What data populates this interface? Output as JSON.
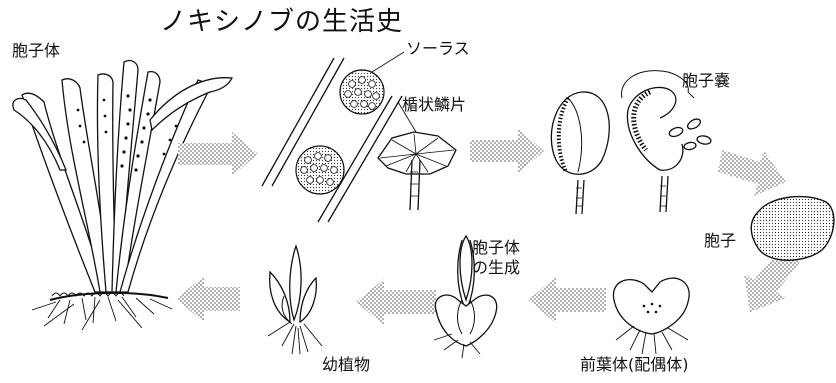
{
  "title": "ノキシノブの生活史",
  "labels": {
    "sporophyte": "胞子体",
    "sorus": "ソーラス",
    "peltate_scale": "楯状鱗片",
    "sporangium": "胞子嚢",
    "spore": "胞子",
    "young_sporophyte_line1": "胞子体",
    "young_sporophyte_line2": "の生成",
    "prothallus": "前葉体(配偶体)",
    "juvenile_plant": "幼植物"
  },
  "colors": {
    "ink": "#111111",
    "arrow_dots": "#8c8c8c",
    "background": "#ffffff"
  },
  "arrows": [
    {
      "name": "sporophyte-to-sorus",
      "direction": "right"
    },
    {
      "name": "sorus-to-sporangium",
      "direction": "right"
    },
    {
      "name": "sporangium-to-spore",
      "direction": "down-right"
    },
    {
      "name": "spore-to-prothallus",
      "direction": "down-left"
    },
    {
      "name": "prothallus-to-young-sporophyte",
      "direction": "left"
    },
    {
      "name": "young-sporophyte-to-juvenile",
      "direction": "left"
    },
    {
      "name": "juvenile-to-sporophyte",
      "direction": "left"
    }
  ]
}
